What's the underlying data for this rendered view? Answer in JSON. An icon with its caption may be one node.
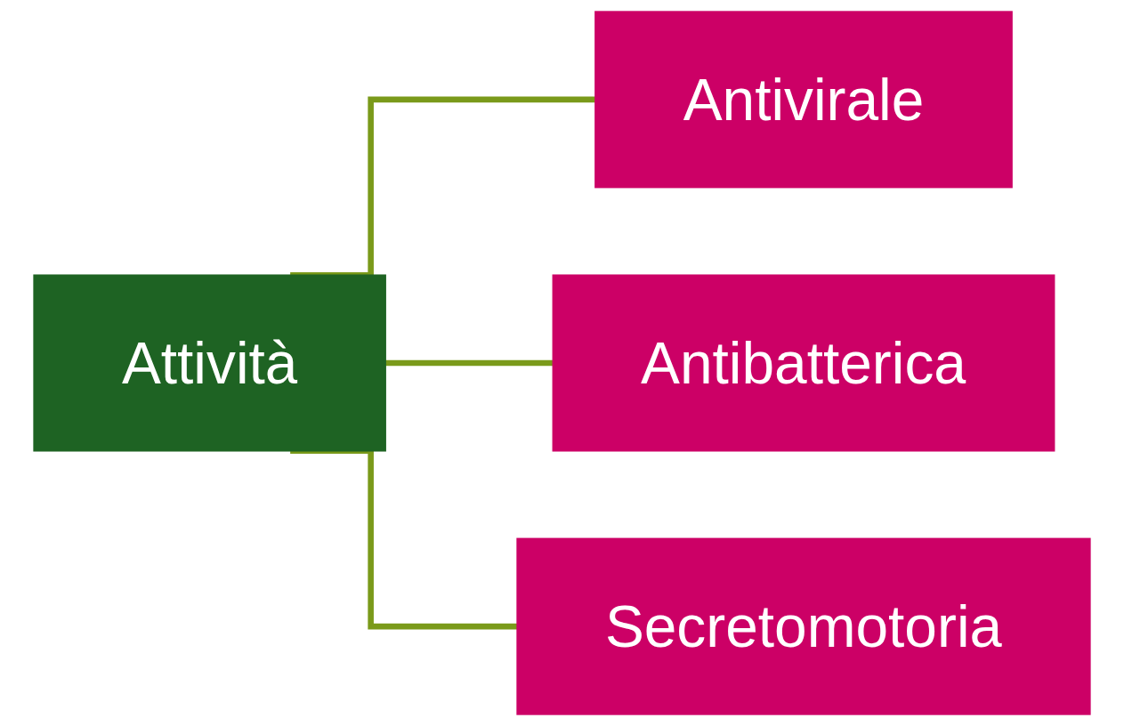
{
  "diagram": {
    "nodes": [
      {
        "text": [
          "Attività"
        ]
      },
      {
        "text": [
          "Antivirale"
        ]
      },
      {
        "text": [
          "Antibatterica"
        ]
      },
      {
        "text": [
          "Secretomotoria"
        ]
      }
    ],
    "edges": [
      {
        "from": 0,
        "to": 1,
        "arrow": "none"
      },
      {
        "from": 0,
        "to": 2,
        "arrow": "none"
      },
      {
        "from": 0,
        "to": 3,
        "arrow": "none"
      }
    ]
  }
}
